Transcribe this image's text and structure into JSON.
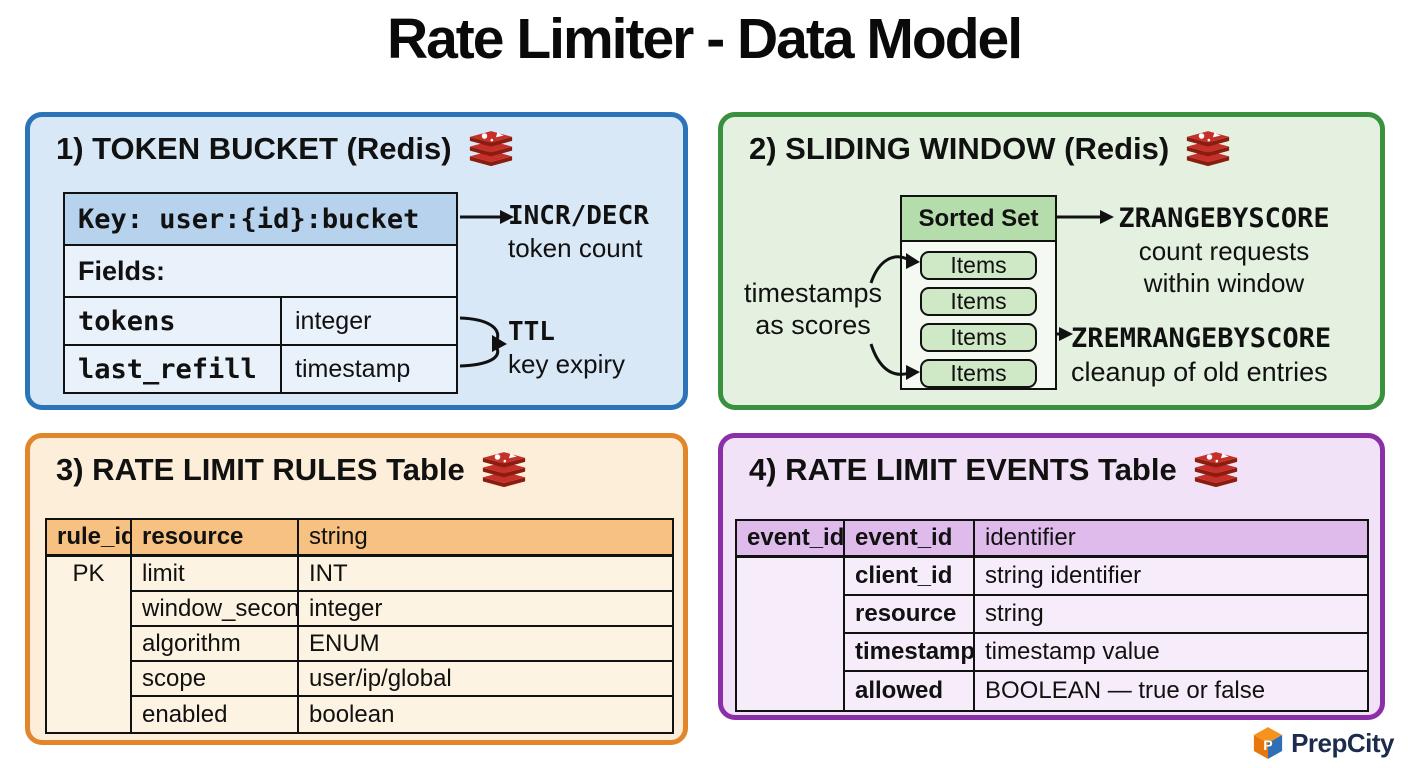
{
  "title": "Rate Limiter - Data Model",
  "brand": {
    "name": "PrepCity"
  },
  "colors": {
    "token_bucket_border": "#2c74b8",
    "token_bucket_bg": "#d9e8f6",
    "token_bucket_header_bg": "#b7d2ec",
    "token_bucket_row_bg": "#e9f1fb",
    "sliding_window_border": "#39903f",
    "sliding_window_bg": "#e4f1e0",
    "sorted_set_header_bg": "#b5dcab",
    "sorted_set_item_bg": "#cfe8c5",
    "rules_border": "#e2862c",
    "rules_bg": "#fdeeda",
    "rules_header_bg": "#f6c181",
    "rules_row_bg": "#fdf3e2",
    "events_border": "#8a2fa8",
    "events_bg": "#f2e2f8",
    "events_header_bg": "#debbeb",
    "events_row_bg": "#f6ecfa",
    "redis_red": "#c6302b",
    "text": "#111111"
  },
  "panels": {
    "token_bucket": {
      "heading": "1) TOKEN BUCKET (Redis)",
      "key_row": "Key: user:{id}:bucket",
      "fields_label": "Fields:",
      "fields": [
        {
          "name": "tokens",
          "type": "integer"
        },
        {
          "name": "last_refill",
          "type": "timestamp"
        }
      ],
      "annotations": [
        {
          "command": "INCR/DECR",
          "description": "token count"
        },
        {
          "command": "TTL",
          "description": "key expiry"
        }
      ]
    },
    "sliding_window": {
      "heading": "2) SLIDING WINDOW (Redis)",
      "set_title": "Sorted Set",
      "items": [
        "Items",
        "Items",
        "Items",
        "Items"
      ],
      "left_label_line1": "timestamps",
      "left_label_line2": "as scores",
      "annotations": [
        {
          "command": "ZRANGEBYSCORE",
          "description_line1": "count requests",
          "description_line2": "within window"
        },
        {
          "command": "ZREMRANGEBYSCORE",
          "description_line1": "cleanup of old entries"
        }
      ]
    },
    "rules_table": {
      "heading": "3) RATE LIMIT RULES Table",
      "header": [
        "rule_id",
        "resource",
        "string"
      ],
      "pk_label": "PK",
      "rows": [
        [
          "limit",
          "INT"
        ],
        [
          "window_seconds",
          "integer"
        ],
        [
          "algorithm",
          "ENUM"
        ],
        [
          "scope",
          "user/ip/global"
        ],
        [
          "enabled",
          "boolean"
        ]
      ]
    },
    "events_table": {
      "heading": "4) RATE LIMIT EVENTS Table",
      "header": [
        "event_id",
        "event_id",
        "identifier"
      ],
      "rows": [
        [
          "client_id",
          "string identifier"
        ],
        [
          "resource",
          "string"
        ],
        [
          "timestamp",
          "timestamp value"
        ],
        [
          "allowed",
          "BOOLEAN — true or false"
        ]
      ]
    }
  }
}
